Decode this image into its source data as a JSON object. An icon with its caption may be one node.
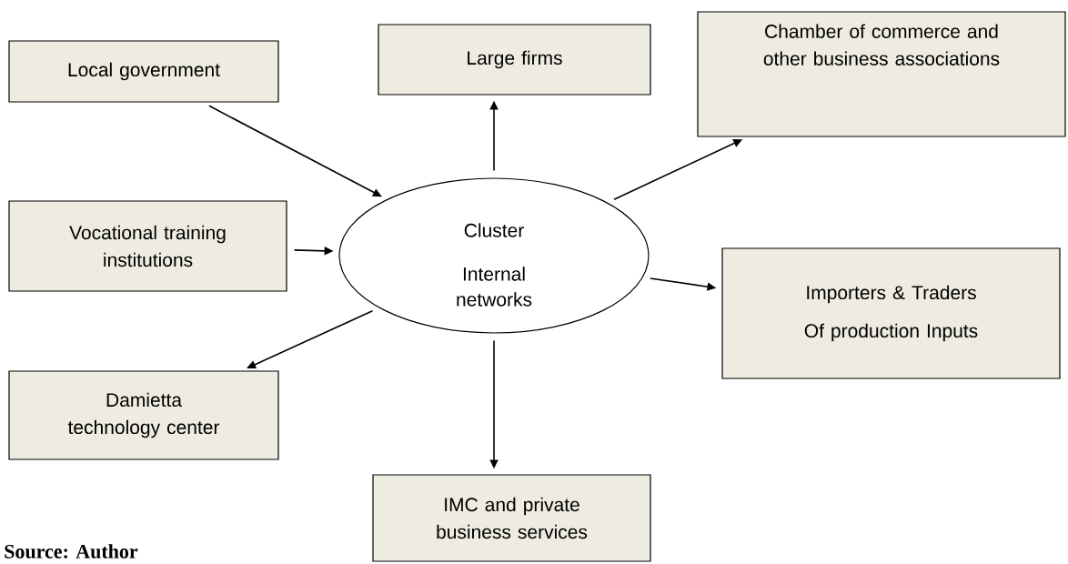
{
  "diagram": {
    "nodes": [
      {
        "text": [
          "Local government"
        ]
      },
      {
        "text": [
          "Large firms"
        ]
      },
      {
        "text": [
          "Chamber of commerce and other business associations"
        ]
      },
      {
        "text": [
          "Cluster",
          "Internal networks"
        ]
      },
      {
        "text": [
          "Vocational training institutions"
        ]
      },
      {
        "text": [
          "Importers & Traders",
          "Of production Inputs"
        ]
      },
      {
        "text": [
          "Damietta technology center"
        ]
      },
      {
        "text": [
          "IMC and private business services"
        ]
      }
    ],
    "edges": [
      {
        "from": 0,
        "to": 3,
        "arrow": "to"
      },
      {
        "from": 3,
        "to": 1,
        "arrow": "to"
      },
      {
        "from": 3,
        "to": 2,
        "arrow": "to"
      },
      {
        "from": 4,
        "to": 3,
        "arrow": "to"
      },
      {
        "from": 3,
        "to": 5,
        "arrow": "to"
      },
      {
        "from": 3,
        "to": 6,
        "arrow": "to"
      },
      {
        "from": 3,
        "to": 7,
        "arrow": "to"
      }
    ],
    "labels": [
      "**Source: Author**"
    ]
  }
}
